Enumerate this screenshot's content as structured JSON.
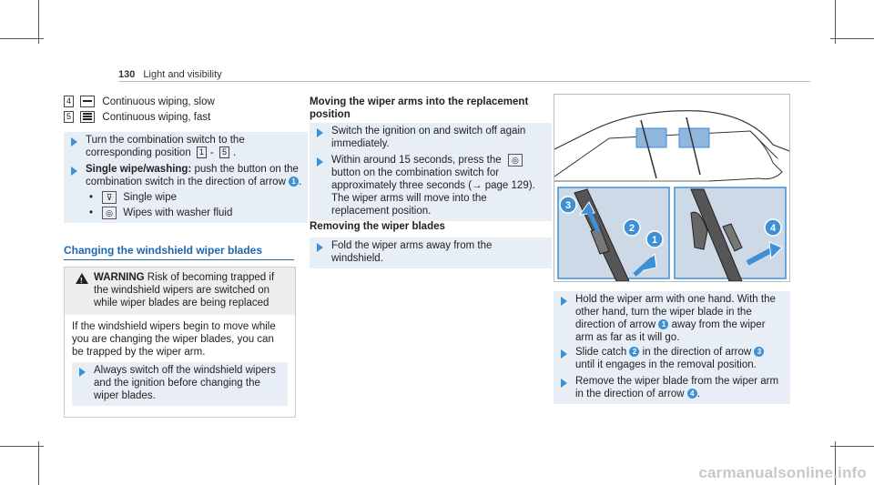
{
  "header": {
    "page_number": "130",
    "section": "Light and visibility"
  },
  "left_column": {
    "items": [
      {
        "key": "4",
        "text": "Continuous wiping, slow"
      },
      {
        "key": "5",
        "text": "Continuous wiping, fast"
      }
    ],
    "step1": "Turn the combination switch to the corresponding position",
    "step1_keys": [
      "1",
      "5"
    ],
    "step2_bold": "Single wipe/washing:",
    "step2_text": "push the button on the combination switch in the direction of arrow",
    "step2_ref": "1",
    "bullets": [
      "Single wipe",
      "Wipes with washer fluid"
    ],
    "section_title": "Changing the windshield wiper blades",
    "warning_label": "WARNING",
    "warning_head": "Risk of becoming trapped if the windshield wipers are switched on while wiper blades are being replaced",
    "warning_body": "If the windshield wipers begin to move while you are changing the wiper blades, you can be trapped by the wiper arm.",
    "warning_step": "Always switch off the windshield wipers and the ignition before changing the wiper blades."
  },
  "middle_column": {
    "title1": "Moving the wiper arms into the replacement position",
    "step1": "Switch the ignition on and switch off again immediately.",
    "step2": "Within around 15 seconds, press the",
    "step2_rest": "button on the combination switch for approximately three seconds (→ page 129). The wiper arms will move into the replacement position.",
    "title2": "Removing the wiper blades",
    "step3": "Fold the wiper arms away from the windshield."
  },
  "right_column": {
    "callouts": [
      "1",
      "2",
      "3",
      "4"
    ],
    "step1_a": "Hold the wiper arm with one hand. With the other hand, turn the wiper blade in the direction of arrow",
    "step1_ref": "1",
    "step1_b": "away from the wiper arm as far as it will go.",
    "step2_a": "Slide catch",
    "step2_ref": "2",
    "step2_b": "in the direction of arrow",
    "step2_ref2": "3",
    "step2_c": "until it engages in the removal position.",
    "step3_a": "Remove the wiper blade from the wiper arm in the direction of arrow",
    "step3_ref": "4"
  },
  "watermark": "carmanualsonline.info",
  "colors": {
    "accent": "#1a66b0",
    "arrow": "#3d8fd6",
    "step_bg": "#e8eef5",
    "illus_bg": "#cdd9e6"
  }
}
